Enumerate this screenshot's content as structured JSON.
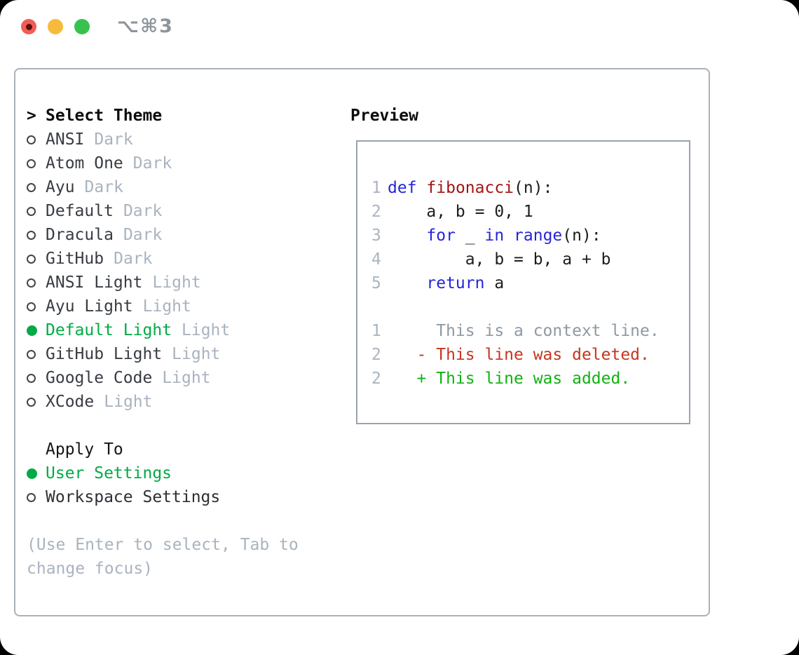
{
  "titlebar": {
    "title": "⌥⌘3"
  },
  "left": {
    "prompt_marker": ">",
    "title": "Select Theme",
    "themes": [
      {
        "name": "ANSI",
        "variant": "Dark",
        "selected": false
      },
      {
        "name": "Atom One",
        "variant": "Dark",
        "selected": false
      },
      {
        "name": "Ayu",
        "variant": "Dark",
        "selected": false
      },
      {
        "name": "Default",
        "variant": "Dark",
        "selected": false
      },
      {
        "name": "Dracula",
        "variant": "Dark",
        "selected": false
      },
      {
        "name": "GitHub",
        "variant": "Dark",
        "selected": false
      },
      {
        "name": "ANSI Light",
        "variant": "Light",
        "selected": false
      },
      {
        "name": "Ayu Light",
        "variant": "Light",
        "selected": false
      },
      {
        "name": "Default Light",
        "variant": "Light",
        "selected": true
      },
      {
        "name": "GitHub Light",
        "variant": "Light",
        "selected": false
      },
      {
        "name": "Google Code",
        "variant": "Light",
        "selected": false
      },
      {
        "name": "XCode",
        "variant": "Light",
        "selected": false
      }
    ],
    "apply_to": {
      "title": "Apply To",
      "options": [
        {
          "name": "User Settings",
          "selected": true
        },
        {
          "name": "Workspace Settings",
          "selected": false
        }
      ]
    },
    "hint": "(Use Enter to select, Tab to change focus)"
  },
  "preview": {
    "title": "Preview",
    "code_lines": [
      {
        "num": "1",
        "tokens": [
          {
            "text": "def",
            "style": "keyword"
          },
          {
            "text": " ",
            "style": "plain"
          },
          {
            "text": "fibonacci",
            "style": "function"
          },
          {
            "text": "(n):",
            "style": "plain"
          }
        ]
      },
      {
        "num": "2",
        "tokens": [
          {
            "text": "    a, b = 0, 1",
            "style": "plain"
          }
        ]
      },
      {
        "num": "3",
        "tokens": [
          {
            "text": "    ",
            "style": "plain"
          },
          {
            "text": "for",
            "style": "keyword"
          },
          {
            "text": " _ ",
            "style": "plain"
          },
          {
            "text": "in",
            "style": "keyword"
          },
          {
            "text": " ",
            "style": "plain"
          },
          {
            "text": "range",
            "style": "keyword"
          },
          {
            "text": "(n):",
            "style": "plain"
          }
        ]
      },
      {
        "num": "4",
        "tokens": [
          {
            "text": "        a, b = b, a + b",
            "style": "plain"
          }
        ]
      },
      {
        "num": "5",
        "tokens": [
          {
            "text": "    ",
            "style": "plain"
          },
          {
            "text": "return",
            "style": "keyword"
          },
          {
            "text": " a",
            "style": "plain"
          }
        ]
      },
      {
        "num": "",
        "tokens": []
      },
      {
        "num": "1",
        "tokens": [
          {
            "text": "     This is a context line.",
            "style": "context"
          }
        ]
      },
      {
        "num": "2",
        "tokens": [
          {
            "text": "   - This line was deleted.",
            "style": "deleted"
          }
        ]
      },
      {
        "num": "2",
        "tokens": [
          {
            "text": "   + This line was added.",
            "style": "added"
          }
        ]
      }
    ]
  },
  "colors": {
    "selection_green": "#00ab45",
    "added_green": "#12b212",
    "deleted_red": "#c5361f",
    "keyword_blue": "#2525dd",
    "function_red": "#a31515",
    "muted_gray": "#a9b3bf",
    "context_gray": "#8f99a3",
    "traffic_red": "#f25c54",
    "traffic_red_dot": "#5a100b",
    "traffic_yellow": "#f7bb3c",
    "traffic_green": "#37c24f"
  }
}
